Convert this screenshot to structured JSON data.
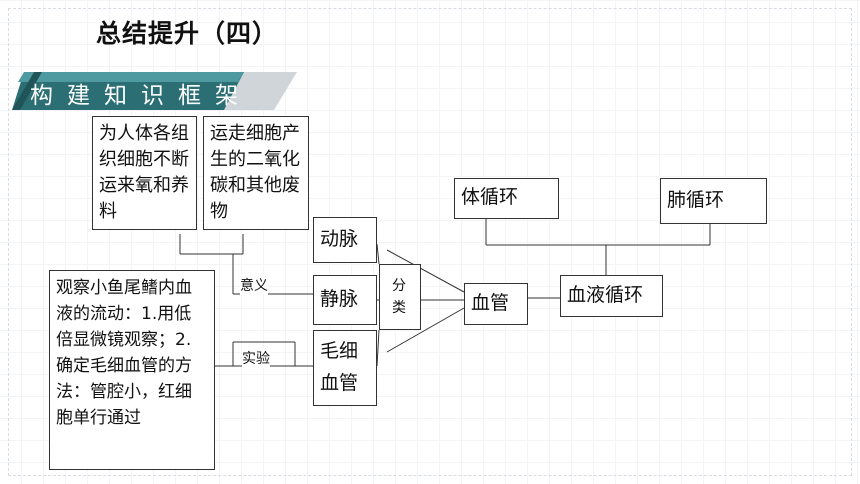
{
  "slide": {
    "title": "总结提升（四）",
    "banner": "构建知识框架"
  },
  "diagram": {
    "meaning_box_1": "为人体各组织细胞不断运来氧和养料",
    "meaning_box_2": "运走细胞产生的二氧化碳和其他废物",
    "experiment_box": "观察小鱼尾鳍内血液的流动：1.用低倍显微镜观察；2.确定毛细血管的方法：管腔小，红细胞单行通过",
    "label_meaning": "意义",
    "label_experiment": "实验",
    "artery": "动脉",
    "vein": "静脉",
    "capillary": "毛细血管",
    "label_classify": "分类",
    "blood_vessel": "血管",
    "blood_circulation": "血液循环",
    "systemic_circulation": "体循环",
    "pulmonary_circulation": "肺循环"
  },
  "colors": {
    "banner_dark": "#2b6f74",
    "banner_mid": "#4f9aa0",
    "banner_light": "#cfd5d9"
  }
}
